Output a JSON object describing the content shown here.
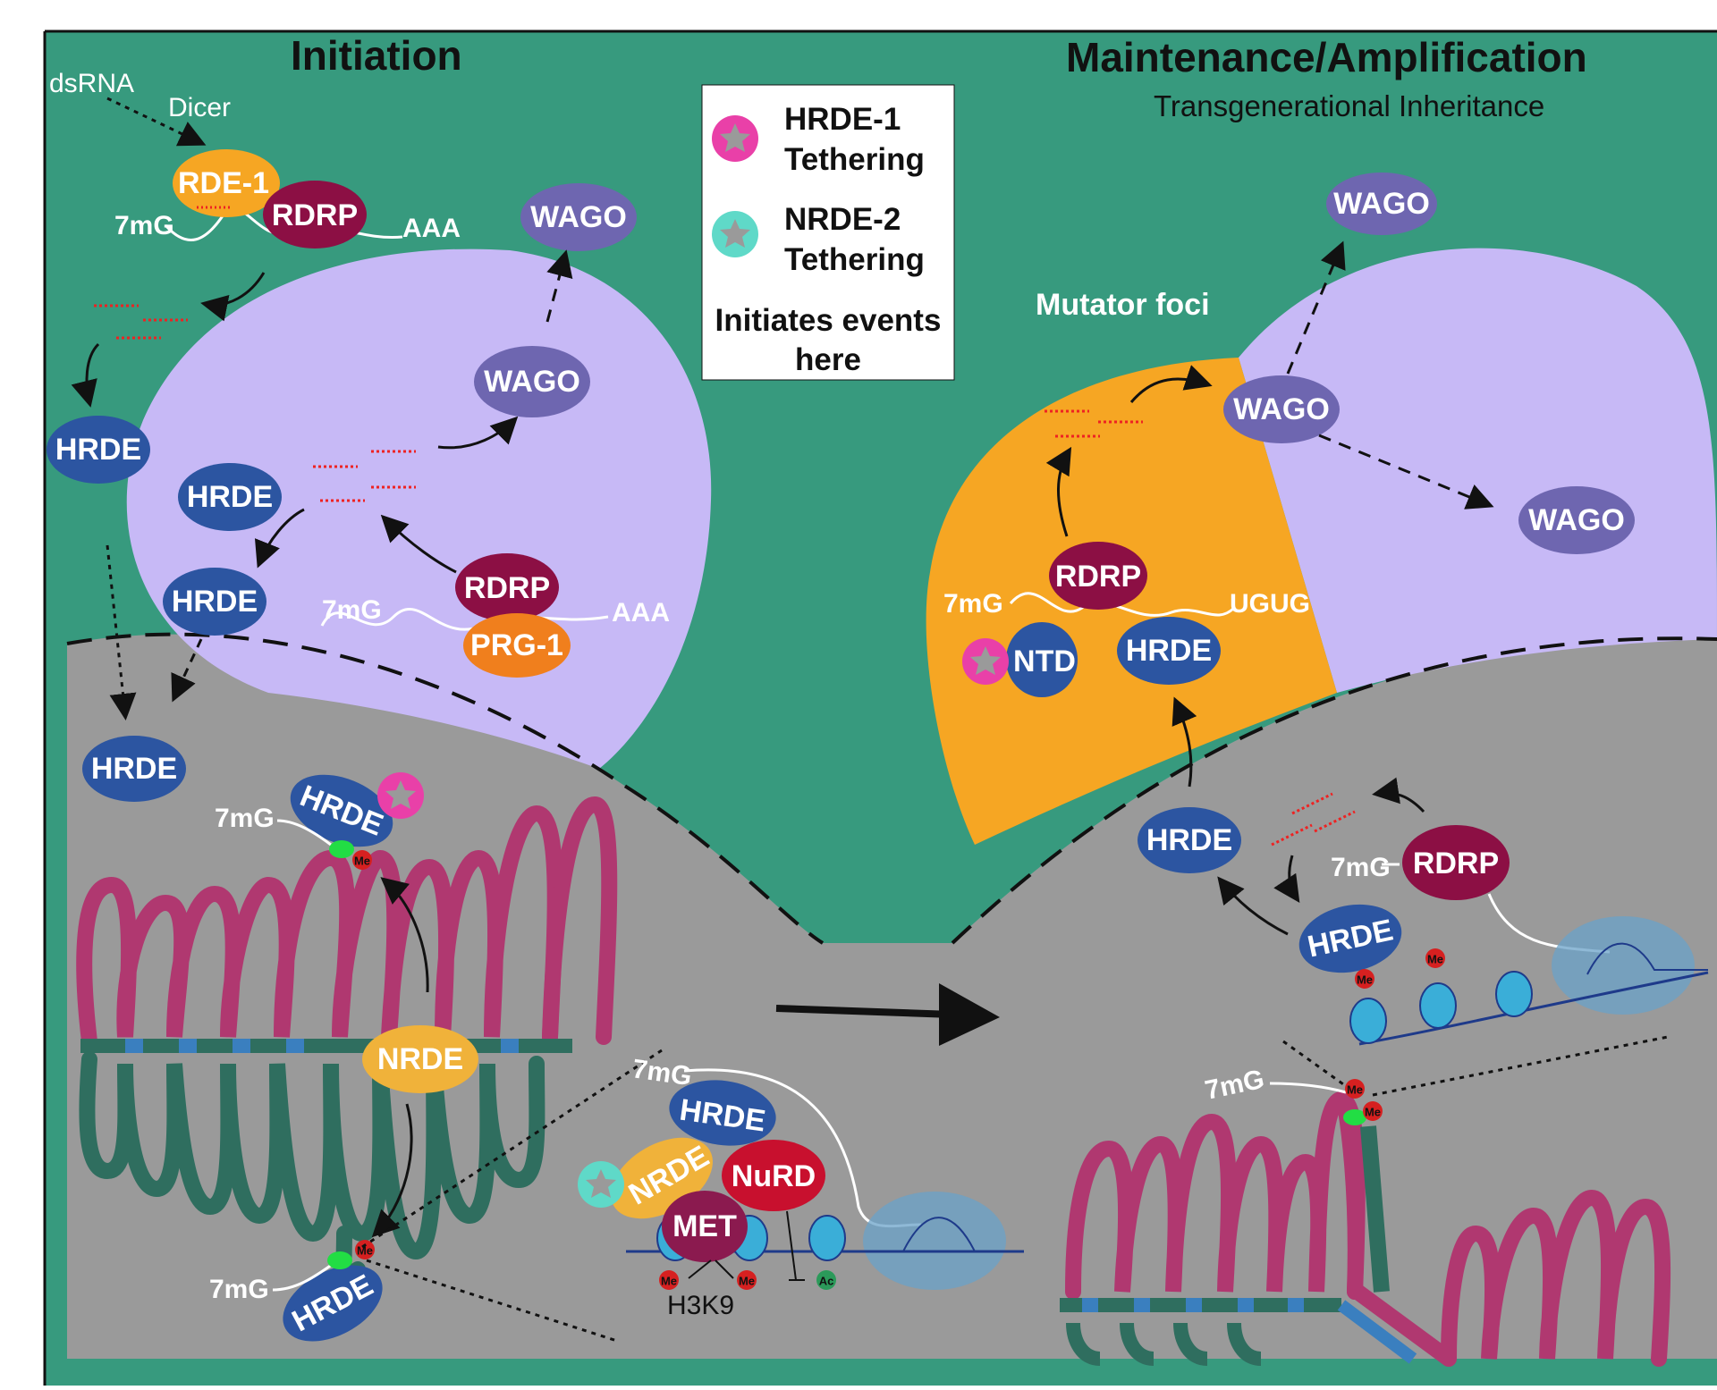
{
  "titles": {
    "initiation": "Initiation",
    "maintenance": "Maintenance/Amplification",
    "maintenance_subtitle": "Transgenerational Inheritance"
  },
  "legend": {
    "hrde1_line1": "HRDE-1",
    "hrde1_line2": "Tethering",
    "nrde2_line1": "NRDE-2",
    "nrde2_line2": "Tethering",
    "note_line1": "Initiates events",
    "note_line2": "here"
  },
  "labels": {
    "dsrna": "dsRNA",
    "dicer": "Dicer",
    "rde1": "RDE-1",
    "rdrp": "RDRP",
    "wago": "WAGO",
    "hrde": "HRDE",
    "prg1": "PRG-1",
    "nrde": "NRDE",
    "nurd": "NuRD",
    "met": "MET",
    "ntd": "NTD",
    "mutator_foci": "Mutator foci",
    "cap": "7mG",
    "polyA": "AAA",
    "ugug": "UGUG",
    "me": "Me",
    "ac": "Ac",
    "h3k9": "H3K9"
  },
  "colors": {
    "background": "#379a7e",
    "nucleus": "#9a9a9a",
    "germ_granule": "#c7b9f6",
    "mutator": "#f6a623",
    "hrde": "#2c55a1",
    "wago": "#6e66b0",
    "rdrp": "#8c0f44",
    "rde1": "#f6a623",
    "prg1": "#f07f1d",
    "nrde": "#f0b23a",
    "nurd": "#c8102e",
    "met": "#8b1a4f",
    "hrde1_tether": "#e940a8",
    "nrde2_tether": "#5fd9c8",
    "chromatin_pink": "#b03870",
    "chromatin_green": "#2f6e5f",
    "sirna": "#ee2222"
  },
  "icons": [
    "star-icon",
    "arrow-icon",
    "nucleosome-icon",
    "polymerase-icon"
  ]
}
